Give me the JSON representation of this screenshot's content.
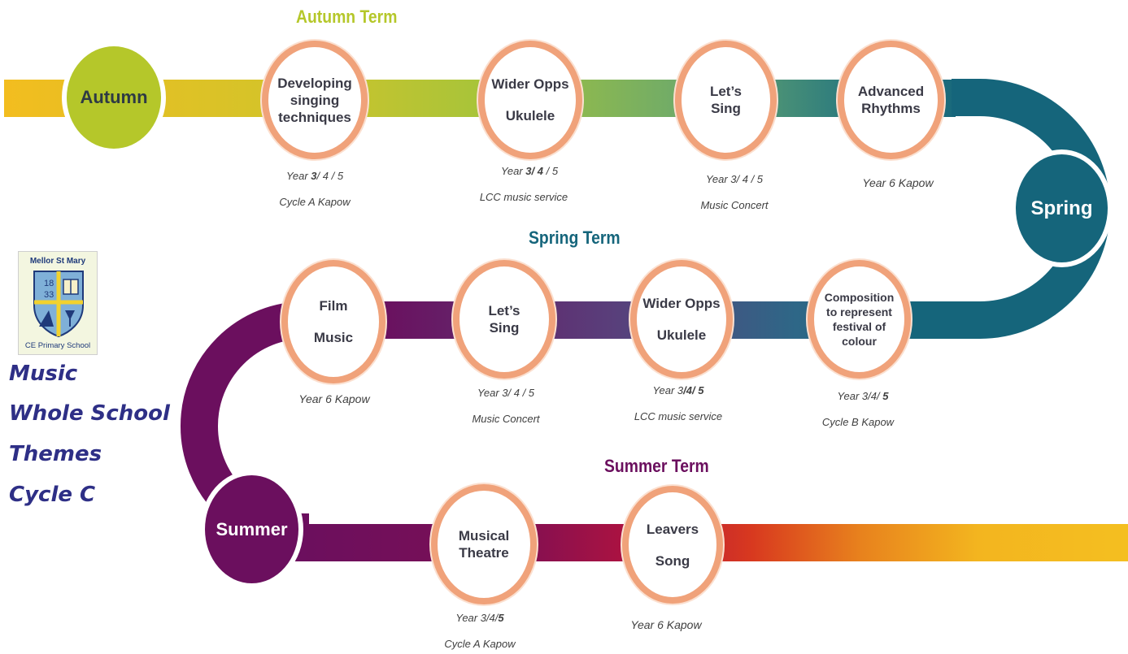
{
  "colors": {
    "autumn": "#b5c72a",
    "spring": "#15657b",
    "summer": "#6b0f5e",
    "node_border": "#f0a27a",
    "node_text": "#3a3a46",
    "side_title": "#2e2f86"
  },
  "terms": {
    "autumn": {
      "circle_label": "Autumn",
      "title": "Autumn Term"
    },
    "spring": {
      "circle_label": "Spring",
      "title": "Spring Term"
    },
    "summer": {
      "circle_label": "Summer",
      "title": "Summer Term"
    }
  },
  "activities": {
    "a1": {
      "lines": [
        "Developing",
        "singing",
        "techniques"
      ],
      "year": [
        "Year ",
        "3",
        "/ 4 / 5"
      ],
      "note": "Cycle A Kapow"
    },
    "a2": {
      "lines": [
        "Wider Opps",
        "Ukulele"
      ],
      "year": [
        "Year ",
        "3/ 4",
        " / 5"
      ],
      "note": "LCC music service"
    },
    "a3": {
      "lines": [
        "Let’s",
        "Sing"
      ],
      "year": [
        "Year 3/ 4 / 5",
        "",
        ""
      ],
      "note": "Music Concert"
    },
    "a4": {
      "lines": [
        "Advanced",
        "Rhythms"
      ],
      "note": "Year 6 Kapow"
    },
    "s1": {
      "lines": [
        "Composition",
        "to represent",
        "festival of",
        "colour"
      ],
      "year": [
        "Year 3/4/ ",
        "5",
        ""
      ],
      "note": "Cycle B Kapow"
    },
    "s2": {
      "lines": [
        "Wider Opps",
        "Ukulele"
      ],
      "year": [
        "Year 3",
        "/4/ 5",
        ""
      ],
      "note": "LCC music service"
    },
    "s3": {
      "lines": [
        "Let’s",
        "Sing"
      ],
      "year": [
        "Year 3/ 4 / 5",
        "",
        ""
      ],
      "note": "Music Concert"
    },
    "s4": {
      "lines": [
        "Film",
        "Music"
      ],
      "note": "Year 6 Kapow"
    },
    "m1": {
      "lines": [
        "Musical",
        "Theatre"
      ],
      "year": [
        "Year 3/4/",
        "5",
        ""
      ],
      "note": "Cycle A Kapow"
    },
    "m2": {
      "lines": [
        "Leavers",
        "Song"
      ],
      "note": "Year 6 Kapow"
    }
  },
  "logo": {
    "top": "Mellor St Mary",
    "bottom": "CE Primary School",
    "year_top": "18",
    "year_bottom": "33"
  },
  "side_title": [
    "Music",
    "Whole School",
    "Themes",
    "Cycle C"
  ]
}
